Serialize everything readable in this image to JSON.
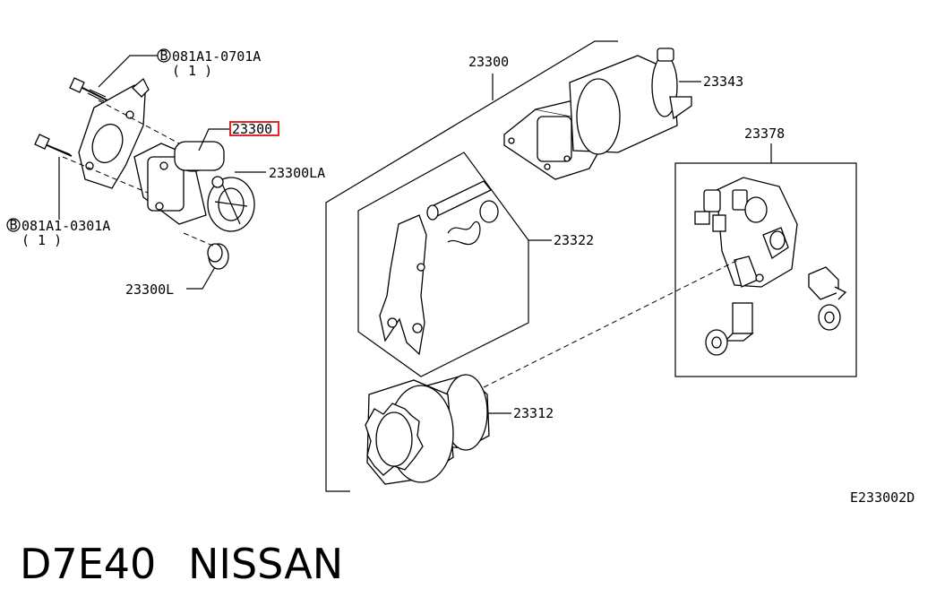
{
  "labels": {
    "bolt_top_code": "081A1-0701A",
    "bolt_top_qty": "( 1 )",
    "bolt_bottom_code": "081A1-0301A",
    "bolt_bottom_qty": "( 1 )",
    "bolt_marker": "B",
    "starter_small": "23300",
    "starter_la": "23300LA",
    "starter_l": "23300L",
    "starter_assembly": "23300",
    "solenoid": "23343",
    "brush_holder": "23378",
    "lever_kit": "23322",
    "pinion_clutch": "23312",
    "diagram_code": "E233002D"
  },
  "footer": {
    "model": "D7E40",
    "brand": "NISSAN"
  },
  "colors": {
    "highlight": "#e2242c",
    "ink": "#000000"
  }
}
